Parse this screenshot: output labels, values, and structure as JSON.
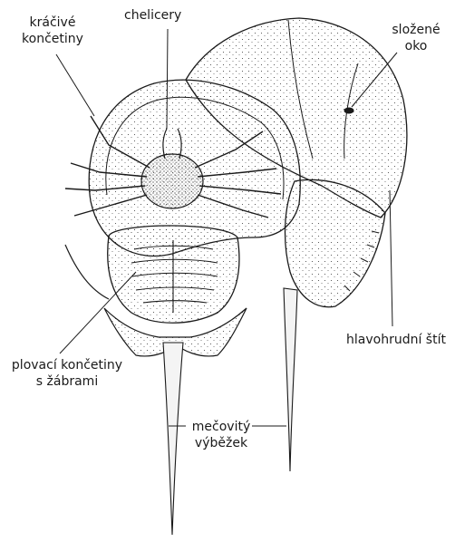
{
  "labels": {
    "walking_legs": {
      "line1": "kráčivé",
      "line2": "končetiny"
    },
    "chelicerae": "chelicery",
    "compound_eye": {
      "line1": "složené",
      "line2": "oko"
    },
    "prosoma_shield": "hlavohrudní štít",
    "swimming_legs": {
      "line1": "plovací končetiny",
      "line2": "s žábrami"
    },
    "telson": {
      "line1": "mečovitý",
      "line2": "výběžek"
    }
  },
  "colors": {
    "ink": "#1a1a1a",
    "paper": "#ffffff"
  }
}
